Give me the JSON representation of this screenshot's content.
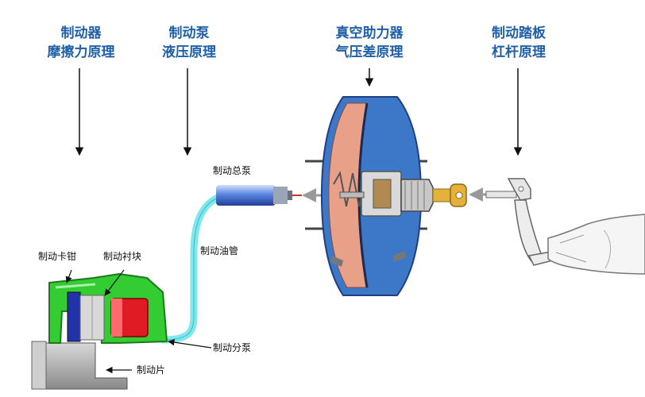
{
  "headings": {
    "friction": {
      "line1": "制动器",
      "line2": "摩擦力原理"
    },
    "hydraulic": {
      "line1": "制动泵",
      "line2": "液压原理"
    },
    "booster": {
      "line1": "真空助力器",
      "line2": "气压差原理"
    },
    "pedal": {
      "line1": "制动踏板",
      "line2": "杠杆原理"
    }
  },
  "labels": {
    "master_cylinder": "制动总泵",
    "brake_line": "制动油管",
    "caliper": "制动卡钳",
    "lining": "制动衬块",
    "wheel_cylinder": "制动分泵",
    "pad": "制动片"
  },
  "colors": {
    "heading_text": "#1f5fa8",
    "booster_shell": "#3d78c8",
    "booster_chamber": "#e8a088",
    "brake_line": "#7fe8ee",
    "caliper": "#33cc33",
    "piston": "#e01b24",
    "disc": "#2233aa"
  }
}
